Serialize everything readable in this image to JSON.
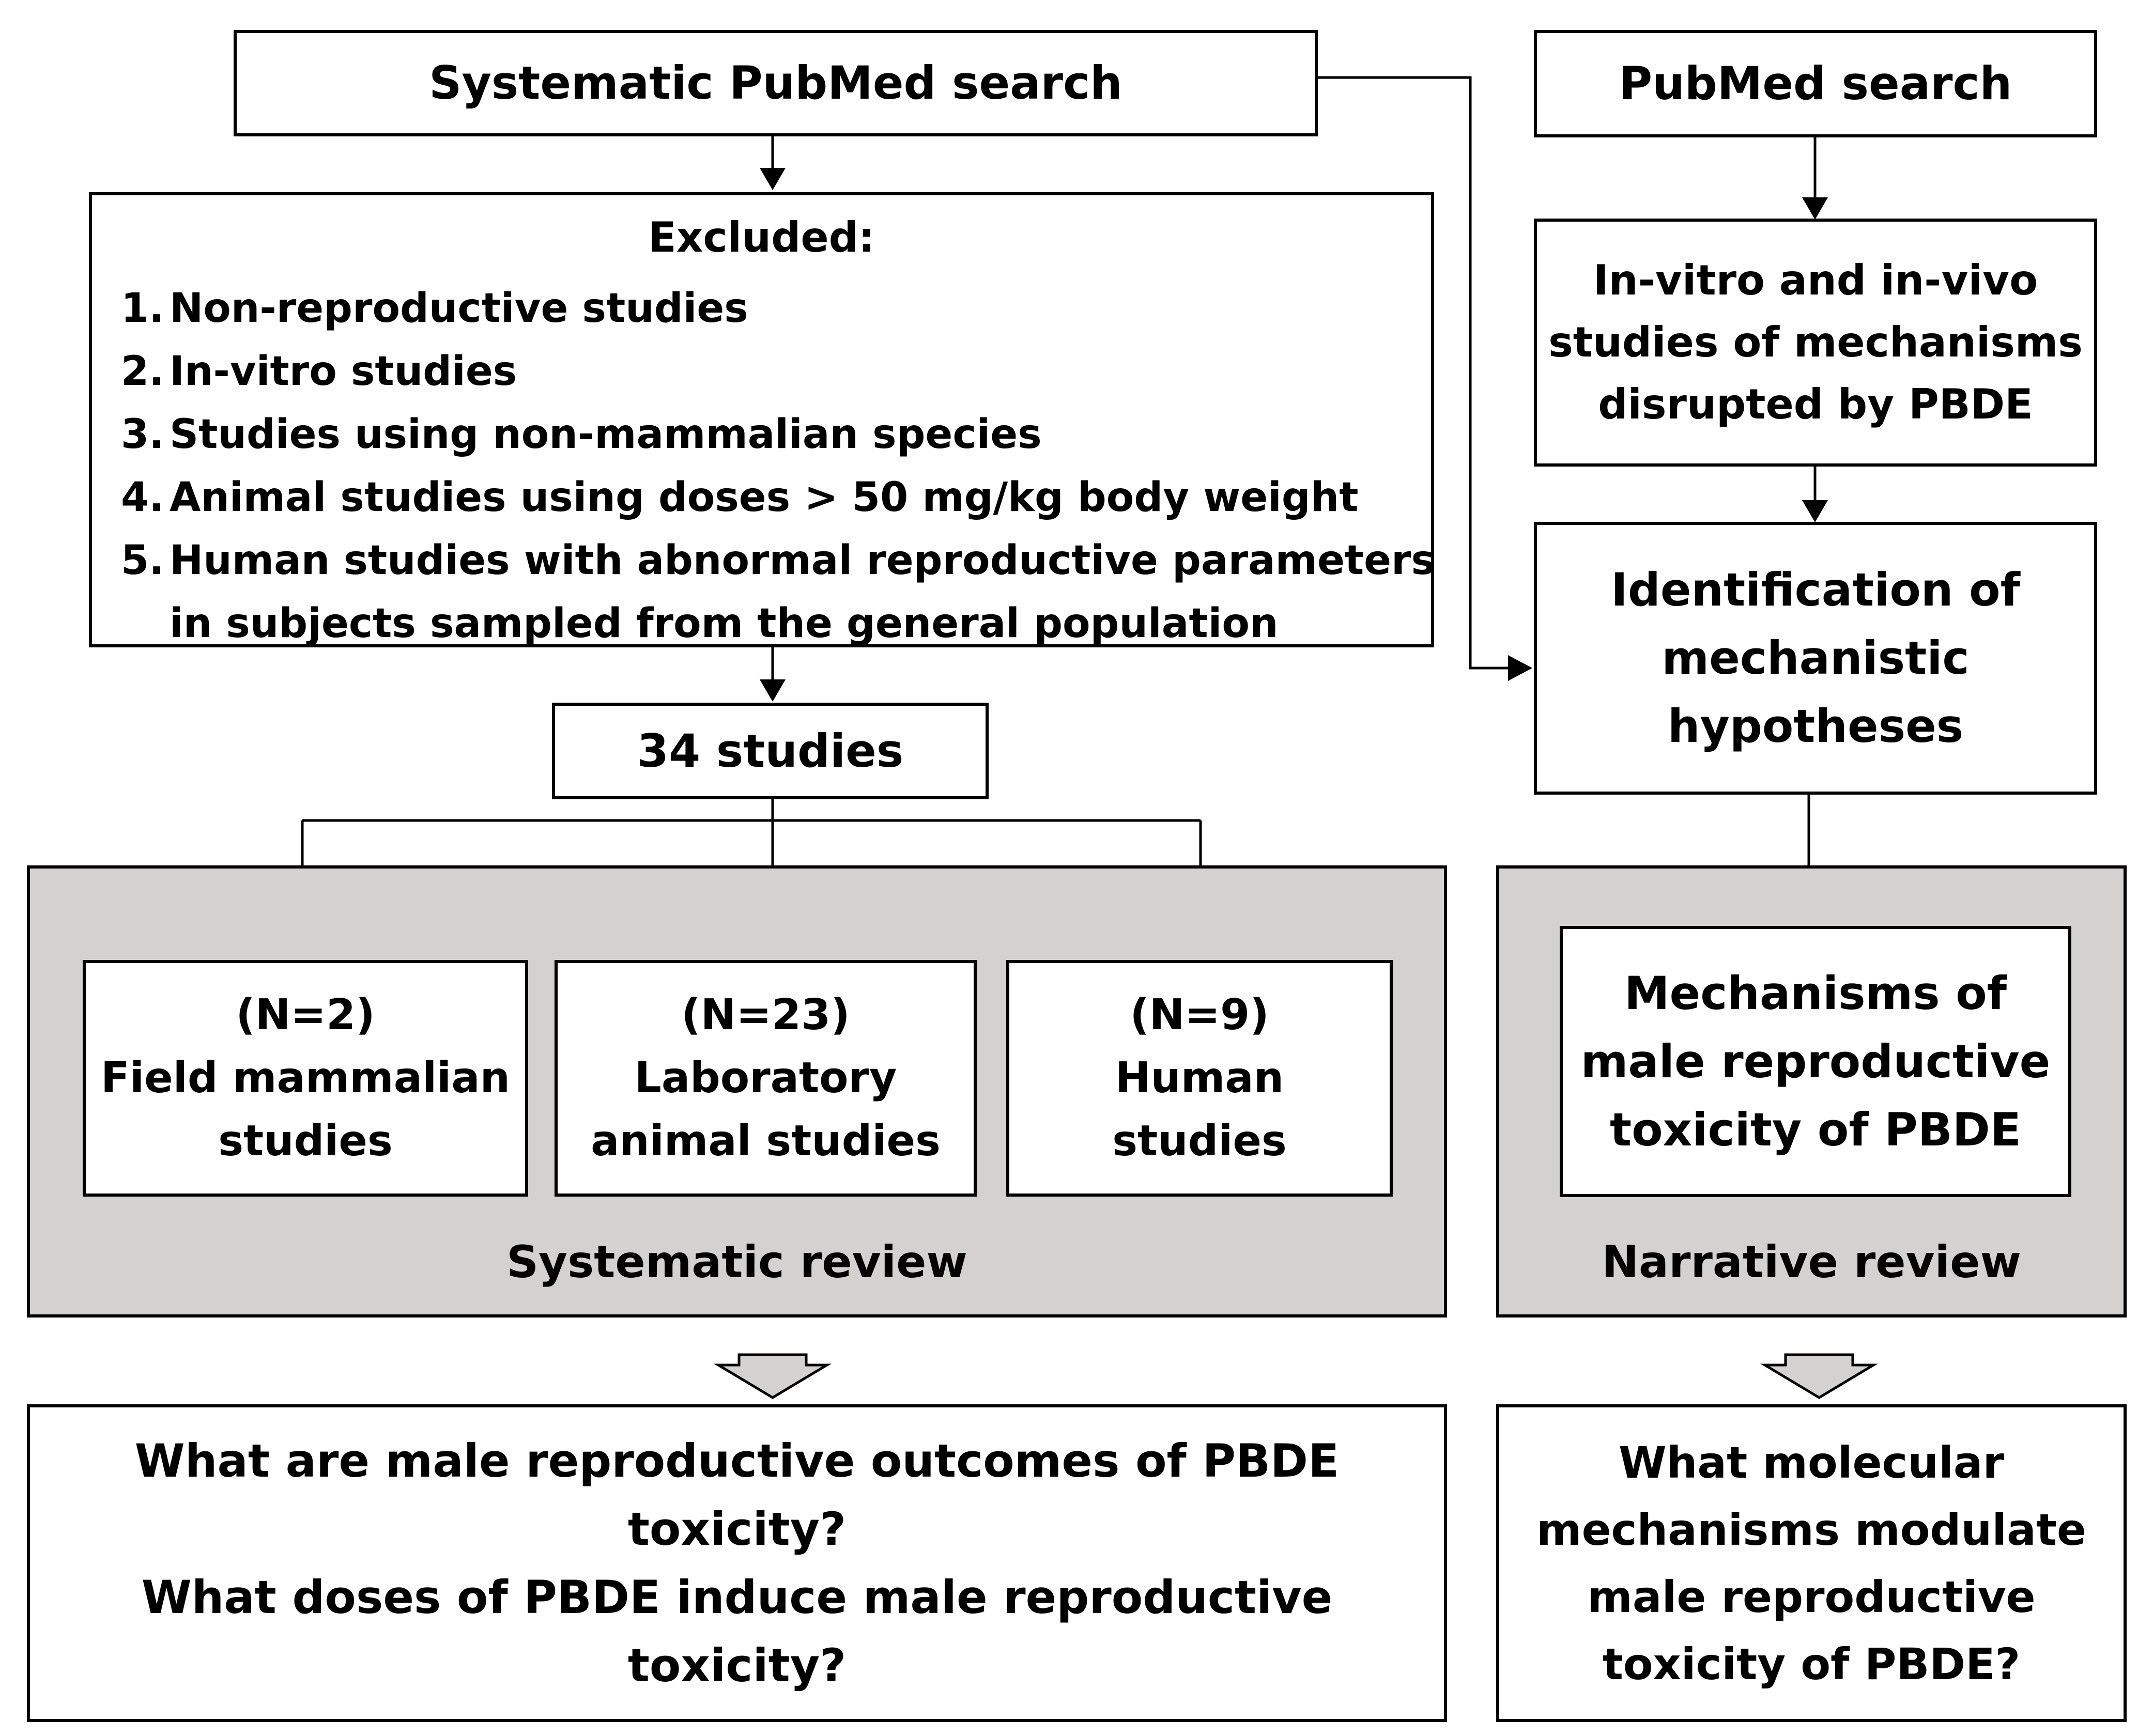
{
  "systematic_search": {
    "title": "Systematic PubMed search"
  },
  "excluded": {
    "heading": "Excluded:",
    "items": [
      {
        "num": "1.",
        "text": "Non-reproductive studies"
      },
      {
        "num": "2.",
        "text": "In-vitro studies"
      },
      {
        "num": "3.",
        "text": "Studies using non-mammalian species"
      },
      {
        "num": "4.",
        "text": "Animal studies using doses > 50 mg/kg body weight"
      },
      {
        "num": "5.",
        "text": "Human studies with abnormal reproductive parameters",
        "continuation": "in subjects sampled from the general population"
      }
    ]
  },
  "studies_count": {
    "label": "34 studies"
  },
  "study_groups": [
    {
      "count": "(N=2)",
      "line1": "Field mammalian",
      "line2": "studies"
    },
    {
      "count": "(N=23)",
      "line1": "Laboratory",
      "line2": "animal studies"
    },
    {
      "count": "(N=9)",
      "line1": "Human",
      "line2": "studies"
    }
  ],
  "systematic_review": {
    "label": "Systematic review"
  },
  "systematic_questions": {
    "line1": "What are male reproductive outcomes of PBDE toxicity?",
    "line2": "What doses of PBDE induce male reproductive toxicity?"
  },
  "pubmed_search": {
    "title": "PubMed search"
  },
  "in_vitro_vivo": {
    "line1": "In-vitro and in-vivo",
    "line2": "studies of mechanisms",
    "line3": "disrupted by PBDE"
  },
  "hypotheses": {
    "line1": "Identification of",
    "line2": "mechanistic",
    "line3": "hypotheses"
  },
  "mechanisms": {
    "line1": "Mechanisms of",
    "line2": "male reproductive",
    "line3": "toxicity of PBDE"
  },
  "narrative_review": {
    "label": "Narrative review"
  },
  "narrative_questions": {
    "line1": "What molecular",
    "line2": "mechanisms modulate",
    "line3": "male reproductive",
    "line4": "toxicity of PBDE?"
  },
  "colors": {
    "panel_fill": "#d3d2d1",
    "stroke": "#000000"
  }
}
